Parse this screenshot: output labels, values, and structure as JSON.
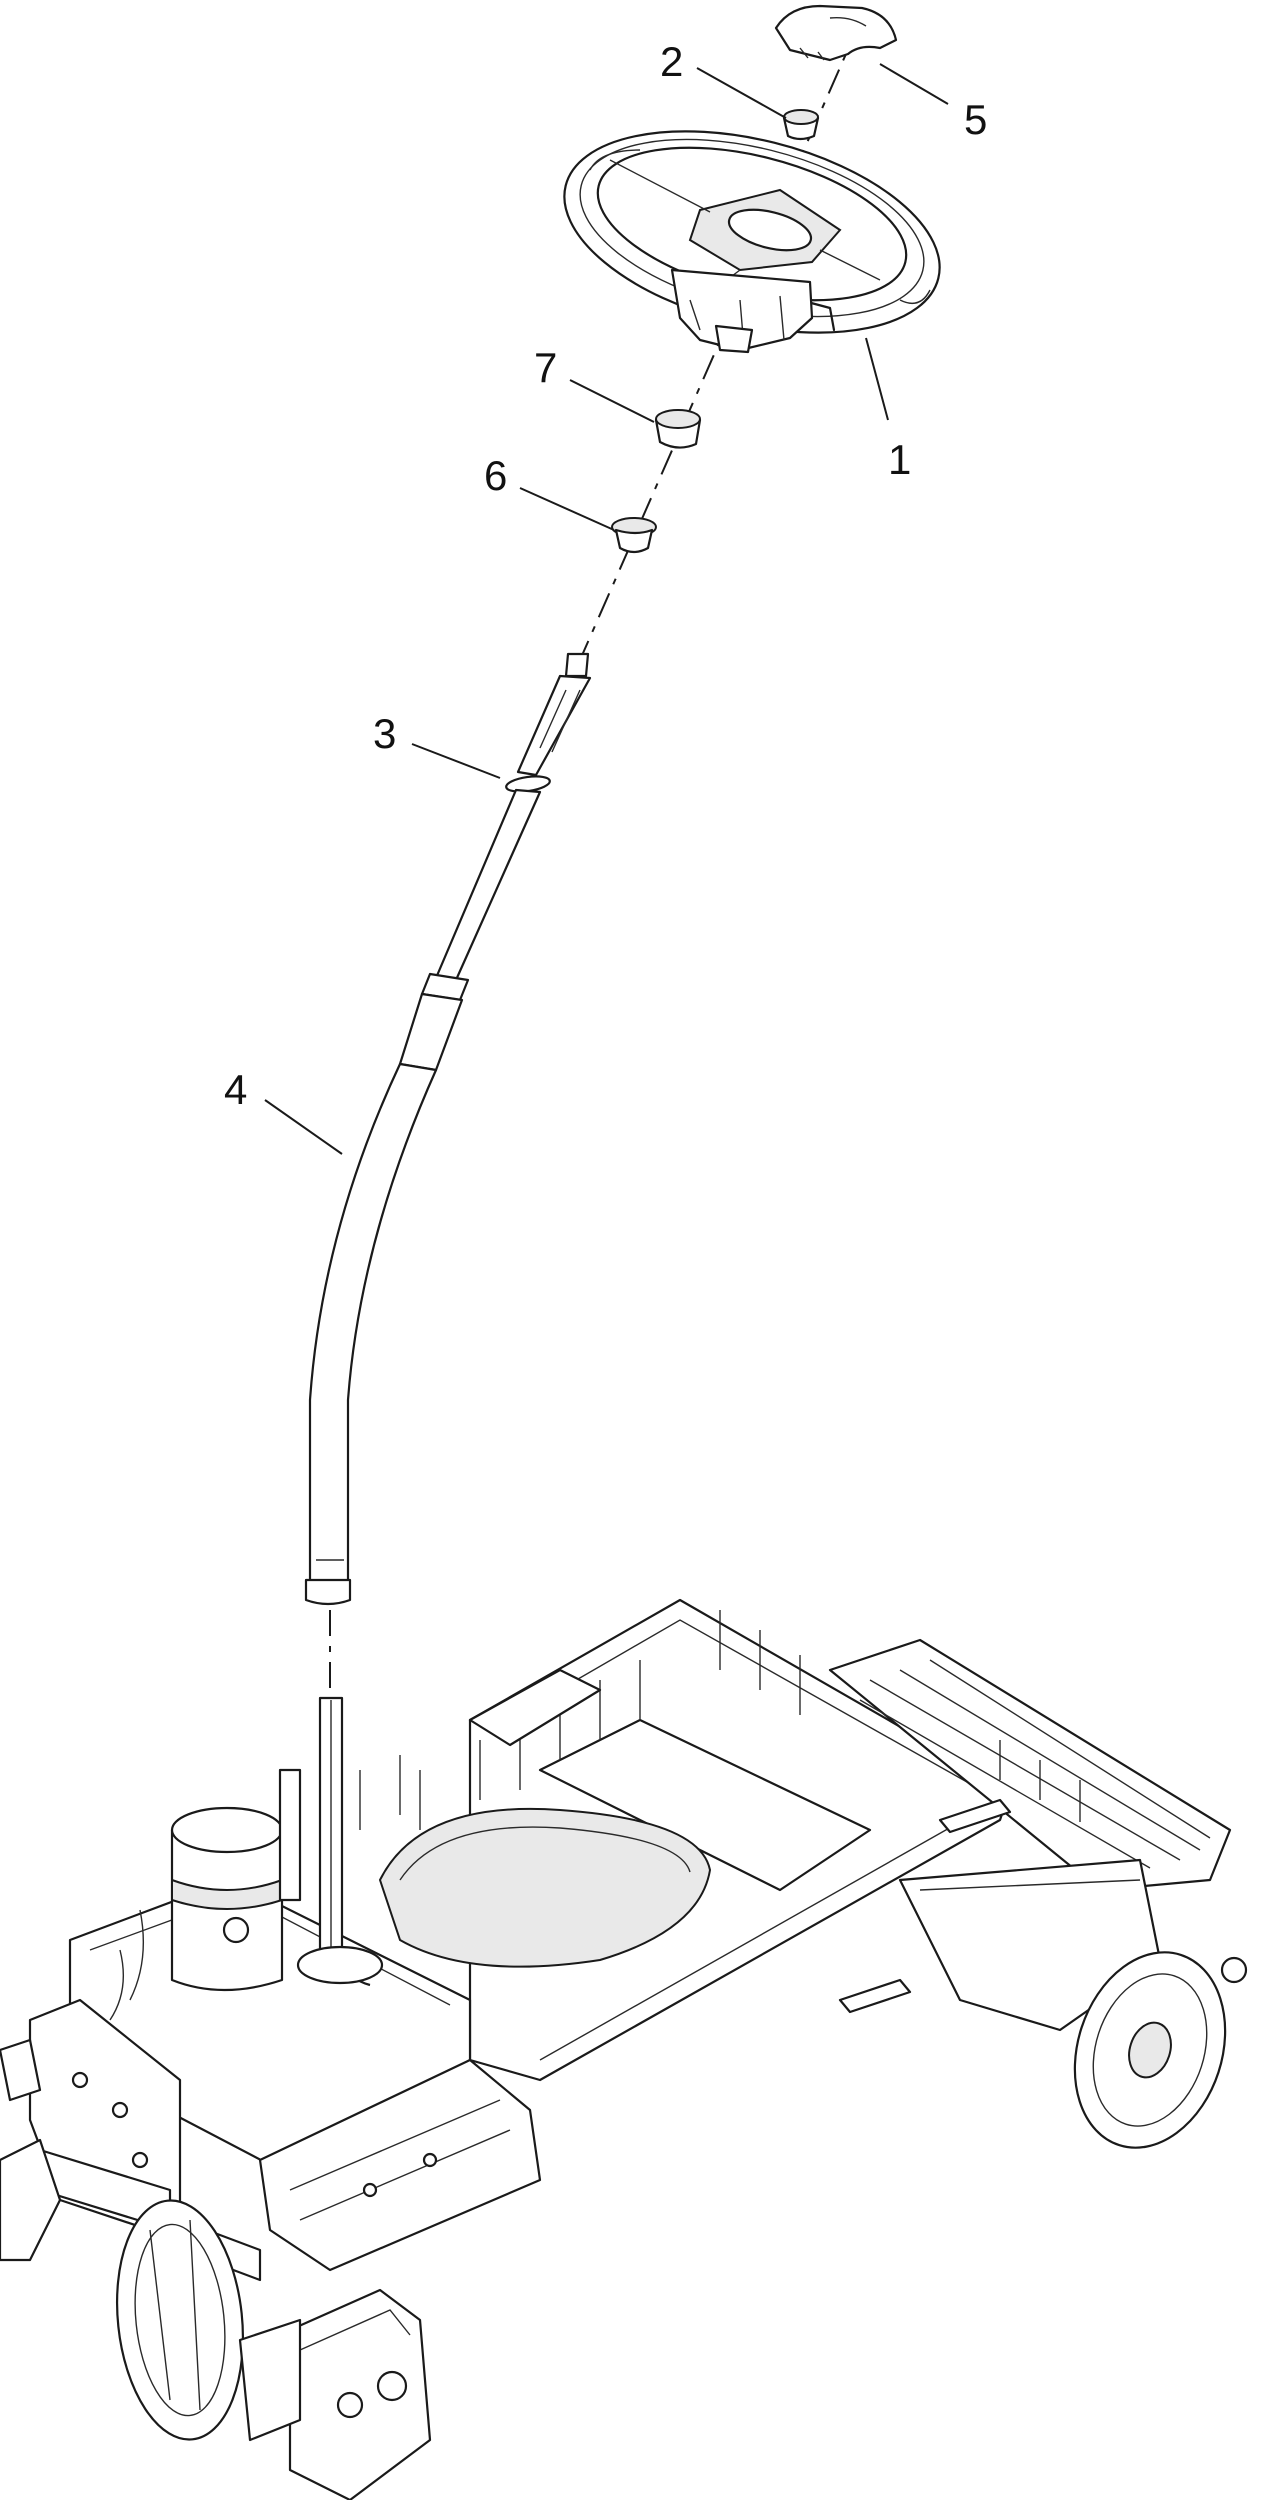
{
  "diagram": {
    "callouts": [
      {
        "id": "1",
        "label": "1"
      },
      {
        "id": "2",
        "label": "2"
      },
      {
        "id": "3",
        "label": "3"
      },
      {
        "id": "4",
        "label": "4"
      },
      {
        "id": "5",
        "label": "5"
      },
      {
        "id": "6",
        "label": "6"
      },
      {
        "id": "7",
        "label": "7"
      }
    ],
    "colors": {
      "line": "#1a1a1a",
      "background": "#ffffff",
      "shade": "#e9e9e9"
    }
  }
}
